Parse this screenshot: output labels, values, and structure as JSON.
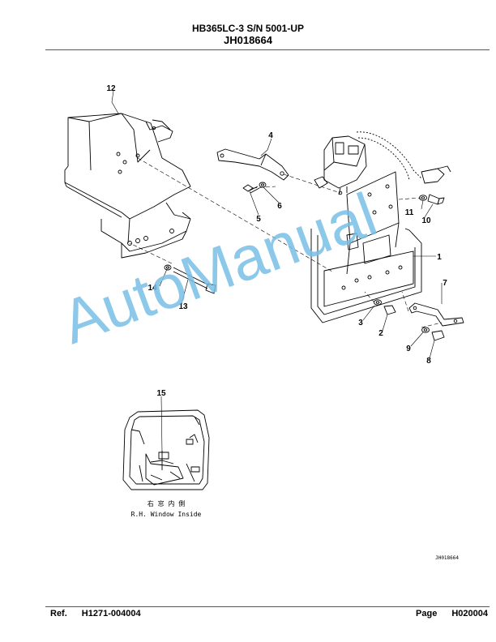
{
  "header": {
    "model": "HB365LC-3 S/N 5001-UP",
    "drawing_id": "JH018664"
  },
  "callouts": [
    "12",
    "4",
    "6",
    "5",
    "11",
    "10",
    "1",
    "14",
    "13",
    "7",
    "3",
    "2",
    "9",
    "8",
    "15"
  ],
  "inset": {
    "caption_jp": "右 窓 内 側",
    "caption_en": "R.H. Window Inside"
  },
  "drawing_code": "JH018664",
  "watermark": "AutoManual",
  "footer": {
    "ref_label": "Ref.",
    "ref_value": "H1271-004004",
    "page_label": "Page",
    "page_value": "H020004"
  }
}
